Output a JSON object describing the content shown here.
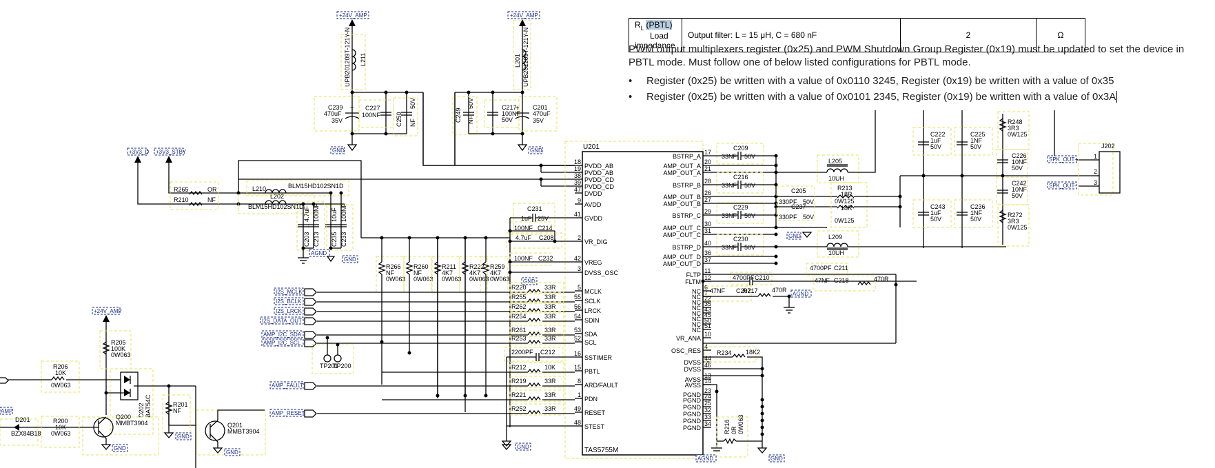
{
  "doc_overlay": {
    "table_row": {
      "symbol": "R",
      "symbol_sub": "L",
      "symbol_suffix": "(PBTL)",
      "description": "Load impedance",
      "condition": "Output filter: L = 15 μH, C = 680 nF",
      "value": "2",
      "unit": "Ω"
    },
    "paragraph": "PWM output multiplexers register (0x25) and PWM Shutdown Group Register (0x19) must be updated to set the device in PBTL mode. Must follow one of below listed configurations for PBTL mode.",
    "bullets": [
      "Register (0x25) be written with a value of 0x0110 3245, Register (0x19) be written with a value of 0x35",
      "Register (0x25) be written with a value of 0x0101 2345, Register (0x19) be written with a value of 0x3A"
    ],
    "bullet_glyph": "•"
  },
  "schematic": {
    "nets": {
      "v24_1": "+24V_AMP",
      "v24_2": "+24V_AMP",
      "v24_3": "+24V_AMP",
      "v3v3_d": "+3V3_D",
      "v3v3_stby": "+3V3_STBY",
      "gnd": "GND",
      "agnd": "AGND",
      "i2s_mclk": "I2S_MCLK",
      "i2s_bclk": "I2S_BCLK",
      "i2s_lrck": "I2S_LRCK",
      "i2s_data": "I2S_DATA_OUT",
      "i2c_sda": "AMP_I2C_SDA",
      "i2c_scl": "AMP_I2C_SCL",
      "amp_fault": "AMP_FAULT",
      "amp_reset": "AMP_RESET",
      "spk_out_p": "SPK_OUT+",
      "spk_out_n": "SPK_OUT-",
      "amp_left": "AMP"
    },
    "ic": {
      "ref": "U201",
      "part": "TAS5755M",
      "left_pins": [
        {
          "num": "18",
          "name": "PVDD_AB"
        },
        {
          "num": "19",
          "name": "PVDD_AB"
        },
        {
          "num": "38",
          "name": "PVDD_CD"
        },
        {
          "num": "39",
          "name": "PVDD_CD"
        },
        {
          "num": "47",
          "name": "DVDD"
        },
        {
          "num": "9",
          "name": "AVDD"
        },
        {
          "num": "41",
          "name": "GVDD"
        },
        {
          "num": "2",
          "name": "VR_DIG"
        },
        {
          "num": "42",
          "name": "VREG"
        },
        {
          "num": "3",
          "name": "DVSS_OSC"
        },
        {
          "num": "5",
          "name": "MCLK"
        },
        {
          "num": "55",
          "name": "SCLK"
        },
        {
          "num": "56",
          "name": "LRCK"
        },
        {
          "num": "54",
          "name": "SDIN"
        },
        {
          "num": "53",
          "name": "SDA"
        },
        {
          "num": "52",
          "name": "SCL"
        },
        {
          "num": "16",
          "name": "SSTIMER"
        },
        {
          "num": "15",
          "name": "PBTL"
        },
        {
          "num": "8",
          "name": "ARD/FAULT"
        },
        {
          "num": "1",
          "name": "PDN"
        },
        {
          "num": "49",
          "name": "RESET"
        },
        {
          "num": "48",
          "name": "STEST"
        }
      ],
      "right_pins": [
        {
          "num": "17",
          "name": "BSTRP_A"
        },
        {
          "num": "20",
          "name": "AMP_OUT_A"
        },
        {
          "num": "21",
          "name": "AMP_OUT_A"
        },
        {
          "num": "28",
          "name": "BSTRP_B"
        },
        {
          "num": "26",
          "name": "AMP_OUT_B"
        },
        {
          "num": "27",
          "name": "AMP_OUT_B"
        },
        {
          "num": "29",
          "name": "BSTRP_C"
        },
        {
          "num": "30",
          "name": "AMP_OUT_C"
        },
        {
          "num": "31",
          "name": "AMP_OUT_C"
        },
        {
          "num": "40",
          "name": "BSTRP_D"
        },
        {
          "num": "36",
          "name": "AMP_OUT_D"
        },
        {
          "num": "37",
          "name": "AMP_OUT_D"
        },
        {
          "num": "11",
          "name": "FLTP"
        },
        {
          "num": "12",
          "name": "FLTM"
        },
        {
          "num": "6",
          "name": "NC"
        },
        {
          "num": "7",
          "name": "NC"
        },
        {
          "num": "22",
          "name": "NC"
        },
        {
          "num": "35",
          "name": "NC"
        },
        {
          "num": "43",
          "name": "NC"
        },
        {
          "num": "45",
          "name": "NC"
        },
        {
          "num": "50",
          "name": "NC"
        },
        {
          "num": "51",
          "name": "NC"
        },
        {
          "num": "10",
          "name": "VR_ANA"
        },
        {
          "num": "4",
          "name": "OSC_RES"
        },
        {
          "num": "44",
          "name": "DVSS"
        },
        {
          "num": "46",
          "name": "DVSS"
        },
        {
          "num": "13",
          "name": "AVSS"
        },
        {
          "num": "14",
          "name": "AVSS"
        },
        {
          "num": "23",
          "name": "PGND"
        },
        {
          "num": "24",
          "name": "PGND"
        },
        {
          "num": "25",
          "name": "PGND"
        },
        {
          "num": "32",
          "name": "PGND"
        },
        {
          "num": "33",
          "name": "PGND"
        },
        {
          "num": "34",
          "name": "PGND"
        }
      ]
    },
    "parts": {
      "L211": {
        "ref": "L211",
        "val": "UPB201209T-121Y-N"
      },
      "L201": {
        "ref": "L201",
        "val": "UPB201209T-121Y-N"
      },
      "C239": {
        "ref": "C239",
        "val": "470uF",
        "v": "35V"
      },
      "C227": {
        "ref": "C227",
        "val": "100NF"
      },
      "C250": {
        "ref": "C250",
        "val": "NF",
        "v": "50V"
      },
      "C249": {
        "ref": "C249",
        "val": "NF",
        "v": "50V"
      },
      "C217": {
        "ref": "C217",
        "val": "100NF",
        "v": "50V"
      },
      "C201": {
        "ref": "C201",
        "val": "470uF",
        "v": "35V"
      },
      "R265": {
        "ref": "R265",
        "val": "OR"
      },
      "R210": {
        "ref": "R210",
        "val": "NF"
      },
      "L210": {
        "ref": "L210",
        "val": "BLM15HD102SN1D"
      },
      "L202": {
        "ref": "L202",
        "val": "BLM15HD102SN1D"
      },
      "C203": {
        "ref": "C203",
        "val": "4.7uF"
      },
      "C213": {
        "ref": "C213",
        "val": "100NF"
      },
      "C235": {
        "ref": "C235",
        "val": "10uF"
      },
      "C233": {
        "ref": "C233",
        "val": "100NF"
      },
      "C231": {
        "ref": "C231",
        "val": "1uF",
        "v": "25V"
      },
      "C214": {
        "ref": "C214",
        "val": "100NF"
      },
      "C208": {
        "ref": "C208",
        "val": "4.7uF"
      },
      "C232": {
        "ref": "C232",
        "val": "100NF"
      },
      "R266": {
        "ref": "R266",
        "val": "NF",
        "p": "0W063"
      },
      "R260": {
        "ref": "R260",
        "val": "NF",
        "p": "0W063"
      },
      "R211": {
        "ref": "R211",
        "val": "4K7",
        "p": "0W063"
      },
      "R222": {
        "ref": "R222",
        "val": "4K7",
        "p": "0W063"
      },
      "R259": {
        "ref": "R259",
        "val": "4K7",
        "p": "0W063"
      },
      "R220": {
        "ref": "R220",
        "val": "33R"
      },
      "R255": {
        "ref": "R255",
        "val": "33R"
      },
      "R262": {
        "ref": "R262",
        "val": "33R"
      },
      "R254": {
        "ref": "R254",
        "val": "33R"
      },
      "R261": {
        "ref": "R261",
        "val": "33R"
      },
      "R253": {
        "ref": "R253",
        "val": "33R"
      },
      "C212": {
        "ref": "C212",
        "val": "2200PF"
      },
      "R212": {
        "ref": "R212",
        "val": "10K"
      },
      "R219": {
        "ref": "R219",
        "val": "33R"
      },
      "R221": {
        "ref": "R221",
        "val": "33R"
      },
      "R252": {
        "ref": "R252",
        "val": "33R"
      },
      "TP": {
        "ref": "TP201",
        "ref2": "TP200"
      },
      "R205": {
        "ref": "R205",
        "val": "100K",
        "p": "0W063"
      },
      "R206": {
        "ref": "R206",
        "val": "10K",
        "p": "0W063"
      },
      "R200": {
        "ref": "R200",
        "val": "10K",
        "p": "0W063"
      },
      "D201": {
        "ref": "D201",
        "val": "BZX84B18"
      },
      "D202": {
        "ref": "D202",
        "val": "BAT54C"
      },
      "Q200": {
        "ref": "Q200",
        "val": "MMBT3904"
      },
      "Q201": {
        "ref": "Q201",
        "val": "MMBT3904"
      },
      "R201": {
        "ref": "R201",
        "val": "NF"
      },
      "C209": {
        "ref": "C209",
        "val": "33NF",
        "v": "50V"
      },
      "C216": {
        "ref": "C216",
        "val": "33NF",
        "v": "50V"
      },
      "C229": {
        "ref": "C229",
        "val": "33NF",
        "v": "50V"
      },
      "C230": {
        "ref": "C230",
        "val": "33NF",
        "v": "50V"
      },
      "C205": {
        "ref": "C205",
        "val": "330PF",
        "v": "50V"
      },
      "C237": {
        "ref": "C237",
        "val": "330PF",
        "v": "50V"
      },
      "L205": {
        "ref": "L205",
        "val": "10UH"
      },
      "L209": {
        "ref": "L209",
        "val": "10UH"
      },
      "R213": {
        "ref": "R213",
        "val": "18R",
        "p": "0W125"
      },
      "R256": {
        "ref": "R256",
        "val": "18R",
        "p": "0W125"
      },
      "C210": {
        "ref": "C210",
        "val": "4700PF"
      },
      "C211": {
        "ref": "C211",
        "val": "4700PF"
      },
      "C207": {
        "ref": "C207",
        "val": "47NF"
      },
      "C218": {
        "ref": "C218",
        "val": "47NF"
      },
      "R217": {
        "ref": "R217",
        "val": "470R"
      },
      "R218": {
        "ref": "R218",
        "val": "470R"
      },
      "R234": {
        "ref": "R234",
        "val": "18K2"
      },
      "R216": {
        "ref": "R216",
        "val": "0R",
        "p": "0W063"
      },
      "C222": {
        "ref": "C222",
        "val": "1uF",
        "v": "50V"
      },
      "C225": {
        "ref": "C225",
        "val": "1NF",
        "v": "50V"
      },
      "C243": {
        "ref": "C243",
        "val": "1uF",
        "v": "50V"
      },
      "C236": {
        "ref": "C236",
        "val": "1NF",
        "v": "50V"
      },
      "R248": {
        "ref": "R248",
        "val": "3R3",
        "p": "0W125"
      },
      "C226": {
        "ref": "C226",
        "val": "10NF",
        "v": "50V"
      },
      "C242": {
        "ref": "C242",
        "val": "10NF",
        "v": "50V"
      },
      "R272": {
        "ref": "R272",
        "val": "3R3",
        "p": "0W125"
      },
      "J202": {
        "ref": "J202",
        "p1": "1",
        "p2": "2",
        "p3": "3"
      }
    }
  }
}
